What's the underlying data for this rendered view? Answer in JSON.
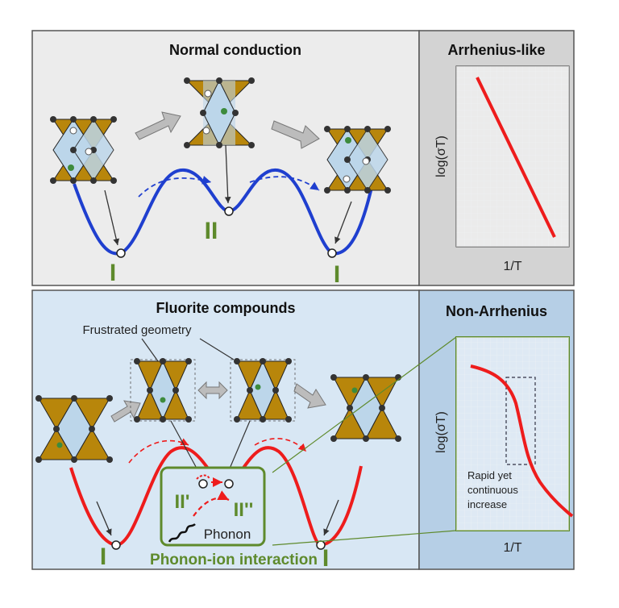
{
  "top": {
    "title": "Normal conduction",
    "site_left": "I",
    "site_middle": "II",
    "site_right": "I",
    "plot": {
      "title": "Arrhenius-like",
      "ylabel": "log(σT)",
      "xlabel": "1/T"
    }
  },
  "bottom": {
    "title": "Fluorite compounds",
    "frustrated_label": "Frustrated geometry",
    "site_left": "I",
    "site_right": "I",
    "inset_left": "II'",
    "inset_right": "II''",
    "phonon_label": "Phonon",
    "interaction_label": "Phonon-ion interaction",
    "plot": {
      "title": "Non-Arrhenius",
      "ylabel": "log(σT)",
      "xlabel": "1/T",
      "annotation": [
        "Rapid yet",
        "continuous",
        "increase"
      ]
    }
  },
  "colors": {
    "polyhedron_fill": "#b8860b",
    "center_fill": "#bcd6ea",
    "top_curve": "#1f3fcf",
    "bottom_curve": "#ee1c1c",
    "plot_line": "#ee1c1c",
    "label_green": "#5e8a2c"
  }
}
